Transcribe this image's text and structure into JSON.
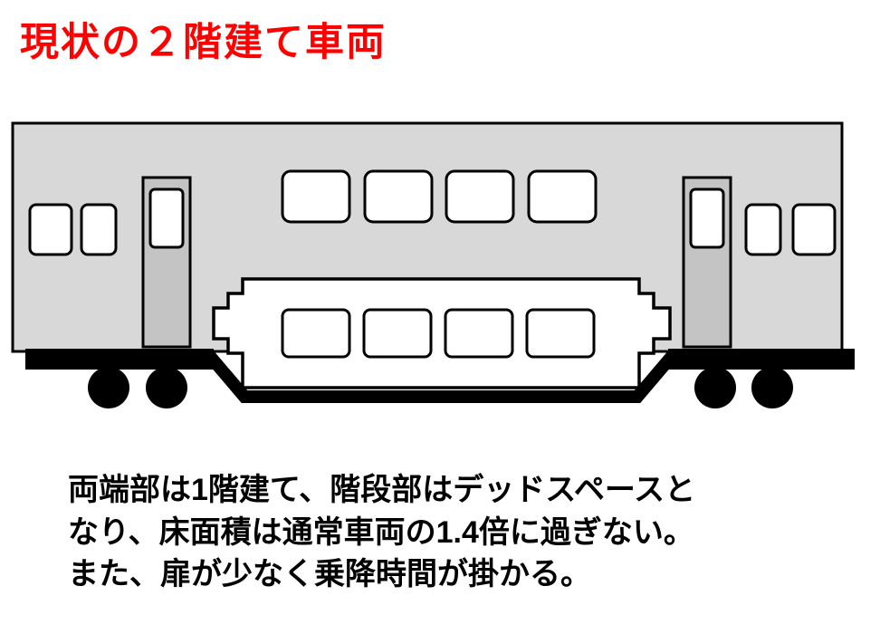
{
  "page": {
    "title": "現状の２階建て車両"
  },
  "caption": {
    "lines": [
      "両端部は1階建て、階段部はデッドスペースと",
      "なり、床面積は通常車両の1.4倍に過ぎない。",
      "また、扉が少なく乗降時間が掛かる。"
    ]
  },
  "colors": {
    "title_red": "#ff0000",
    "caption_black": "#000000",
    "body_gray": "#d8d8d8",
    "door_gray": "#c4c4c4",
    "window_white": "#ffffff",
    "chassis_black": "#000000"
  },
  "diagram": {
    "label": "double-decker-railcar-side-elevation",
    "upper_window_count": 4,
    "lower_window_count": 4,
    "end_window_count": 4,
    "door_count": 2,
    "wheel_count": 4
  }
}
